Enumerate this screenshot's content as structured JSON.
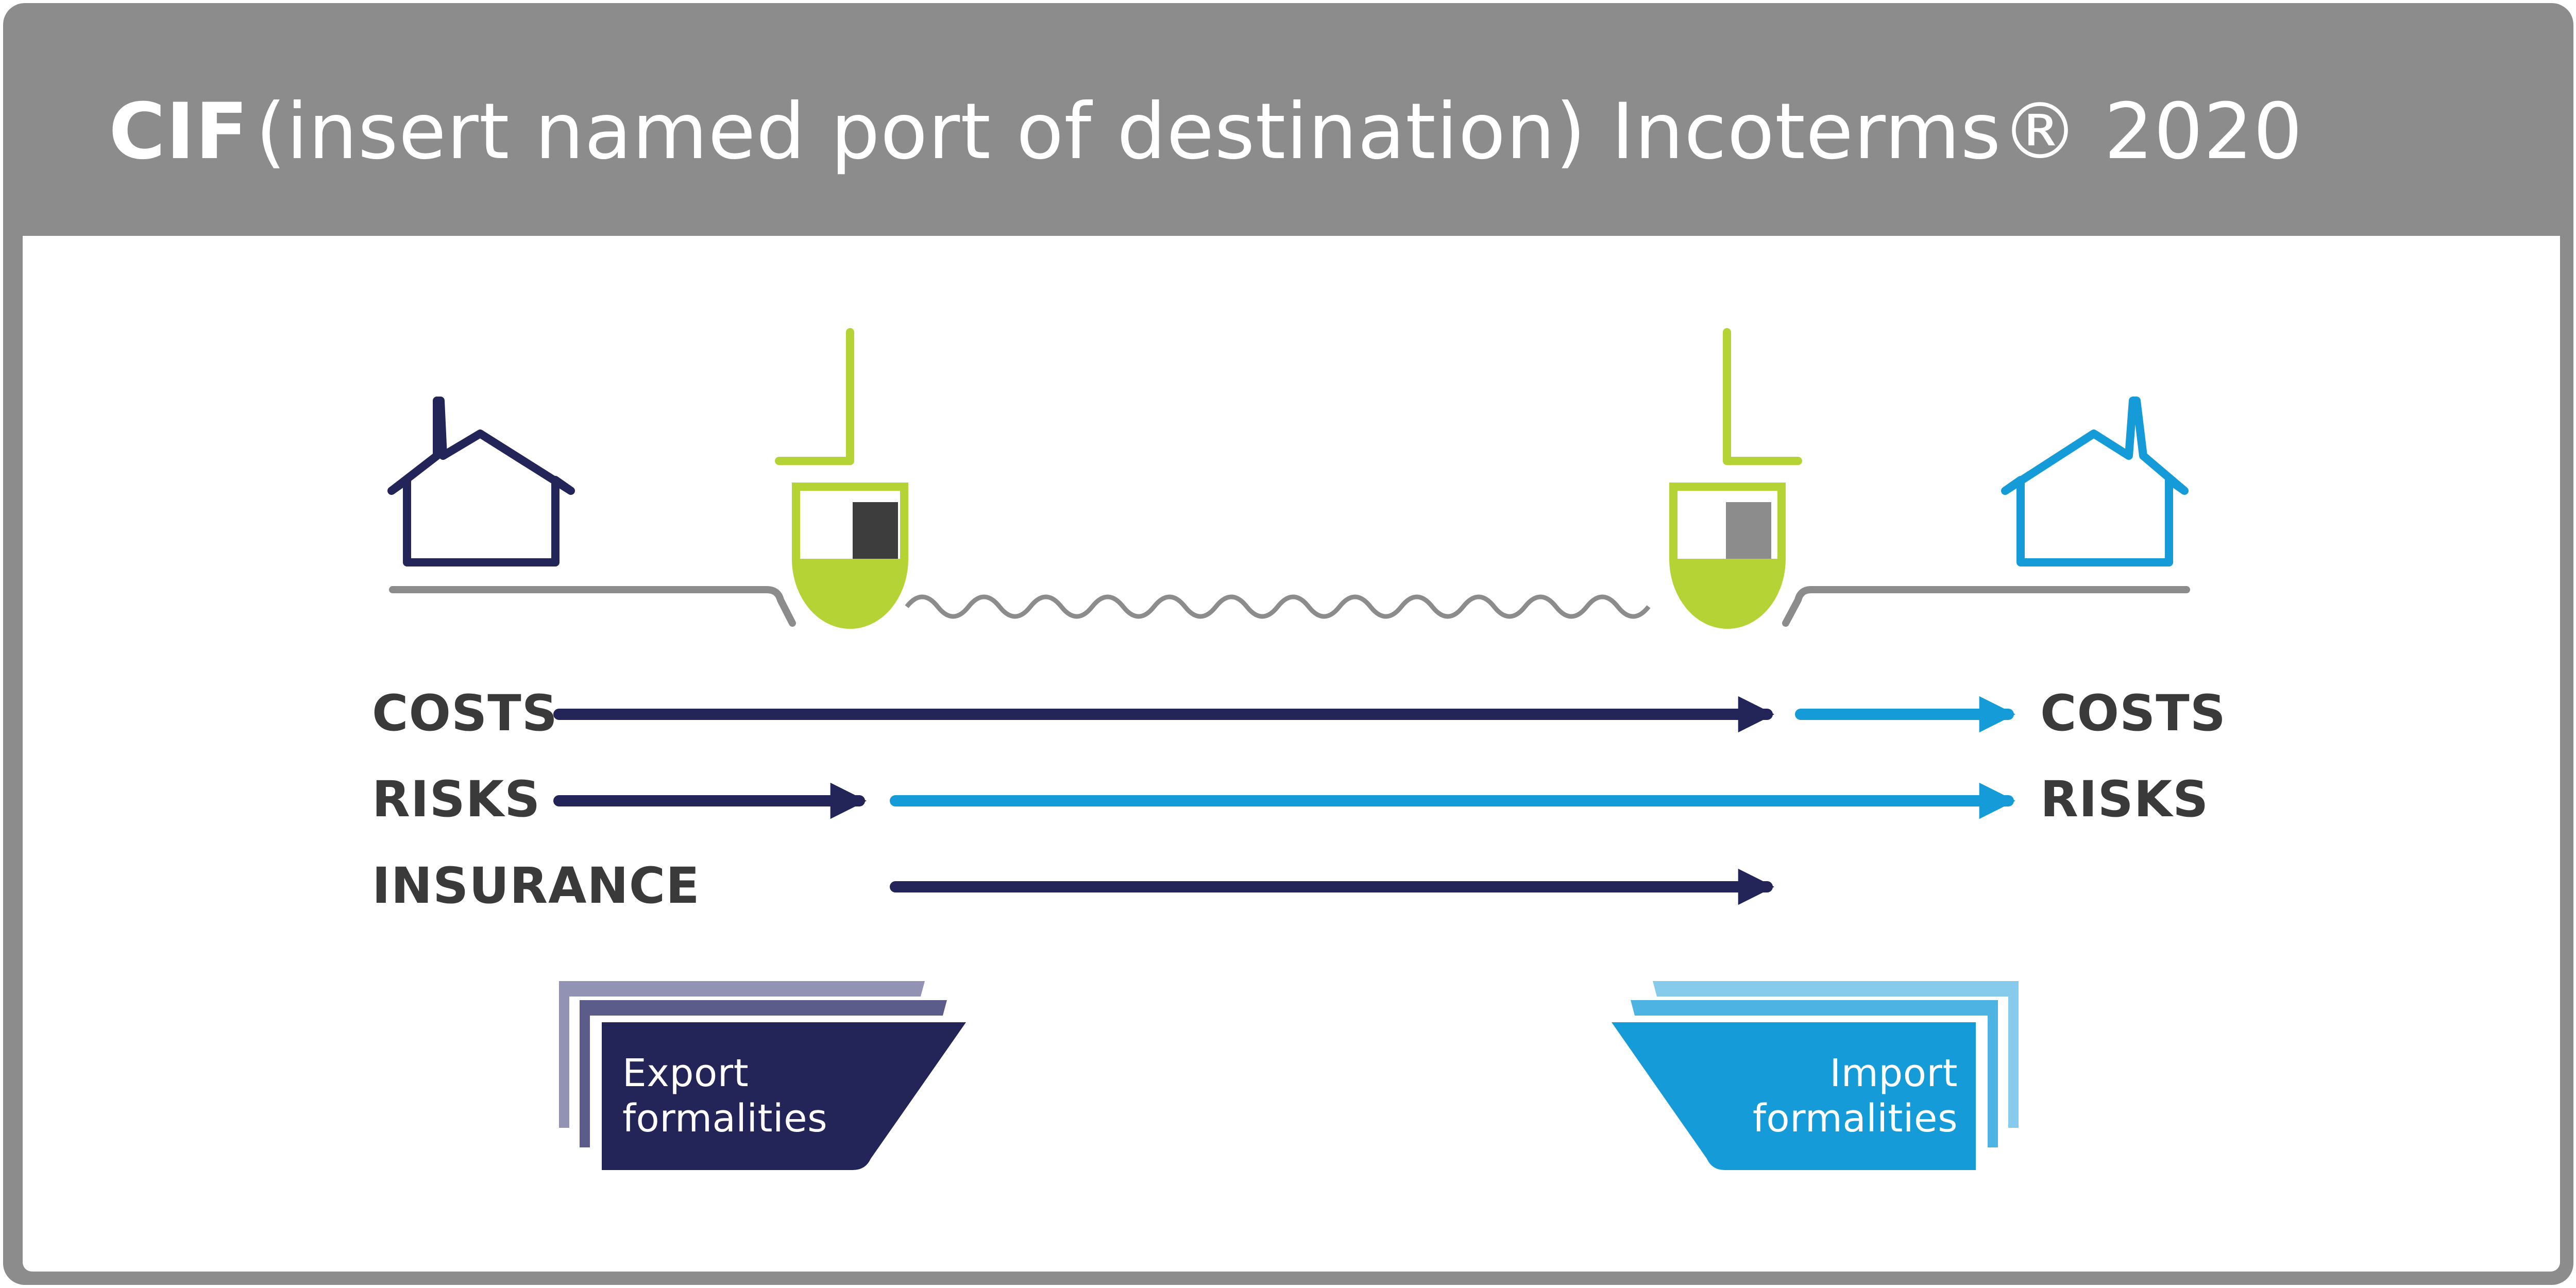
{
  "header": {
    "title_bold": "CIF",
    "title_rest": "(insert named port of destination) Incoterms® 2020"
  },
  "labels": {
    "seller_costs": "COSTS",
    "seller_risks": "RISKS",
    "seller_insurance": "INSURANCE",
    "buyer_costs": "COSTS",
    "buyer_risks": "RISKS"
  },
  "export_card": {
    "line1": "Export",
    "line2": "formalities"
  },
  "import_card": {
    "line1": "Import",
    "line2": "formalities"
  },
  "colors": {
    "header_grey": "#8c8c8c",
    "seller_navy": "#232458",
    "buyer_blue": "#159bd7",
    "ship_green": "#b5d334",
    "label_dark": "#3a3a3a"
  }
}
